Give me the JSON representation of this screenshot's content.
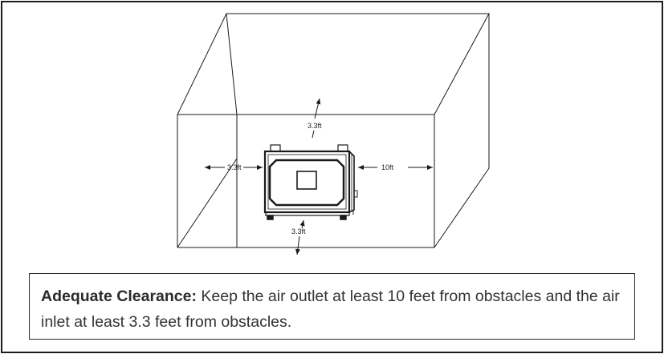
{
  "clearance": {
    "top_label": "3.3ft",
    "left_label": "3.3ft",
    "right_label": "10ft",
    "bottom_label": "3.3ft"
  },
  "note": {
    "title": "Adequate Clearance:",
    "body": " Keep the air outlet at least 10 feet from obstacles and the air inlet at least 3.3 feet from obstacles."
  },
  "colors": {
    "line": "#1a1a1a",
    "text": "#333333"
  }
}
